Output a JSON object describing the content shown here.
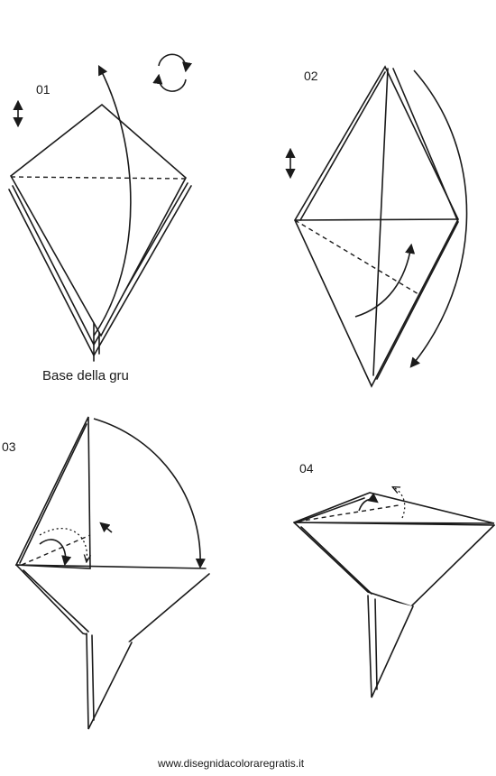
{
  "steps": [
    {
      "number": "01",
      "caption": "Base della gru"
    },
    {
      "number": "02"
    },
    {
      "number": "03"
    },
    {
      "number": "04"
    }
  ],
  "footer": {
    "site": "www.disegnidacoloraregratis.it"
  }
}
